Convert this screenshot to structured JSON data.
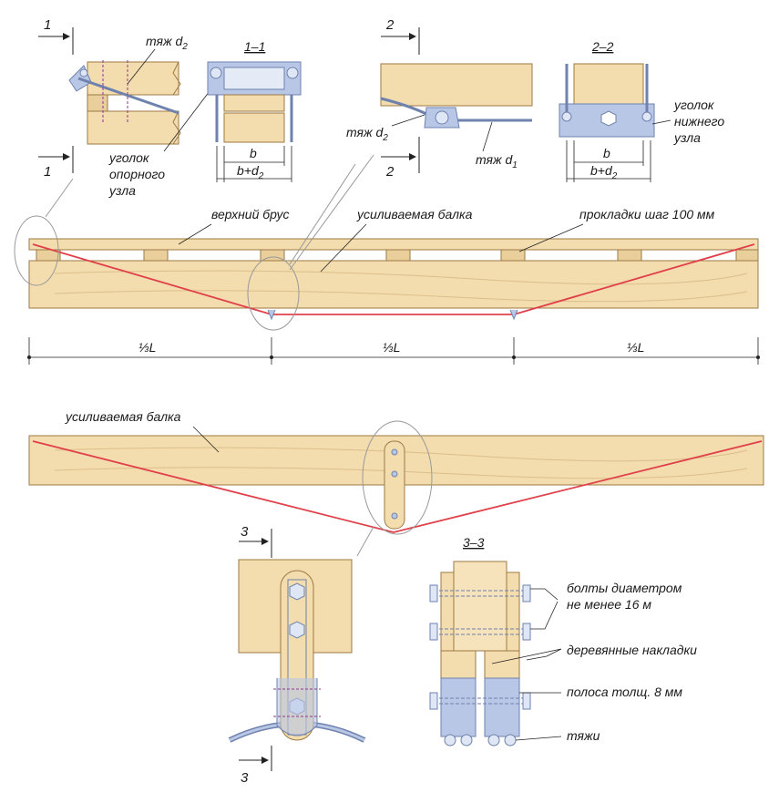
{
  "colors": {
    "wood": "#f3dcae",
    "wood_dark": "#d9b77c",
    "wood_line": "#9c7a44",
    "steel": "#b9c7e6",
    "steel_dark": "#6e82ad",
    "rod": "#e0404a",
    "line": "#222222"
  },
  "labels": {
    "upper_beam": "верхний брус",
    "reinforced_beam": "усиливаемая балка",
    "reinforced_beam_2": "усиливаемая балка",
    "spacers": "прокладки шаг 100 мм",
    "angle_support_1": "уголок",
    "angle_support_2": "опорного",
    "angle_support_3": "узла",
    "angle_lower_1": "уголок",
    "angle_lower_2": "нижнего",
    "angle_lower_3": "узла",
    "rod_d2_top": "тяж d",
    "rod_d2_mid": "тяж d",
    "rod_d1": "тяж d",
    "bolts_1": "болты диаметром",
    "bolts_2": "не менее 16 м",
    "wood_pads": "деревянные накладки",
    "strip": "полоса толщ. 8 мм",
    "rods": "тяжи"
  },
  "subscripts": {
    "d2": "2",
    "d1": "1"
  },
  "sections": {
    "s1_title": "1–1",
    "s2_title": "2–2",
    "s3_title": "3–3",
    "mark1": "1",
    "mark2": "2",
    "mark3": "3"
  },
  "dims": {
    "b": "b",
    "b_plus_d2": "b+d",
    "third_1": "⅓L",
    "third_2": "⅓L",
    "third_3": "⅓L"
  }
}
